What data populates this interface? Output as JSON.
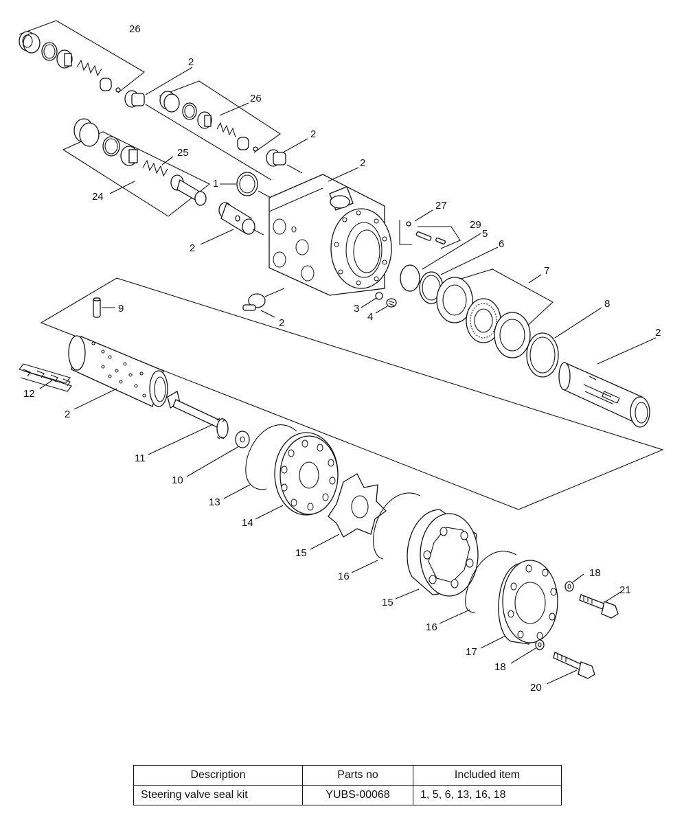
{
  "diagram": {
    "labels": {
      "l26a": "26",
      "l2a": "2",
      "l26b": "26",
      "l2b": "2",
      "l2c": "2",
      "l25": "25",
      "l1": "1",
      "l24": "24",
      "l27": "27",
      "l29": "29",
      "l5": "5",
      "l2d": "2",
      "l6": "6",
      "l7": "7",
      "l8": "8",
      "l3": "3",
      "l4": "4",
      "l2e": "2",
      "l9": "9",
      "l2f": "2",
      "l12": "12",
      "l2g": "2",
      "l11": "11",
      "l10": "10",
      "l13": "13",
      "l14": "14",
      "l15a": "15",
      "l16a": "16",
      "l15b": "15",
      "l16b": "16",
      "l17": "17",
      "l18a": "18",
      "l21": "21",
      "l18b": "18",
      "l20": "20"
    }
  },
  "table": {
    "headers": {
      "description": "Description",
      "parts_no": "Parts no",
      "included": "Included item"
    },
    "row": {
      "description": "Steering valve seal kit",
      "parts_no": "YUBS-00068",
      "included": "1, 5, 6, 13, 16, 18"
    }
  }
}
